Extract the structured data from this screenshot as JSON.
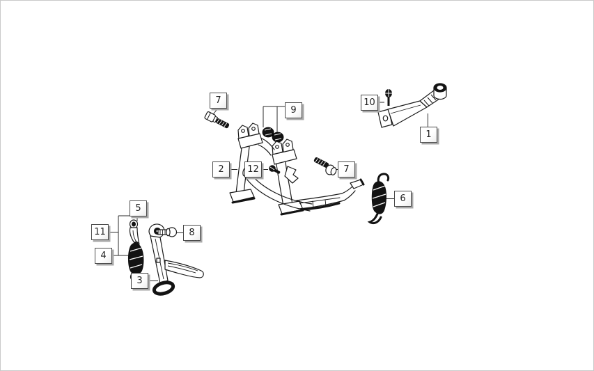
{
  "diagram": {
    "description": "Exploded parts diagram - center stand and side stand assembly",
    "background_color": "#ffffff",
    "line_color": "#1a1a1a",
    "callout_style": {
      "box_background": "#ffffff",
      "box_border": "#4a4a4a",
      "box_shadow": "#a8a8a8",
      "text_color": "#222222"
    },
    "callouts": [
      {
        "label": "7",
        "part": "hex-bolt-front"
      },
      {
        "label": "9",
        "part": "hex-nuts-pair"
      },
      {
        "label": "10",
        "part": "lever-screw"
      },
      {
        "label": "1",
        "part": "stand-lever-pedal"
      },
      {
        "label": "2",
        "part": "center-stand"
      },
      {
        "label": "12",
        "part": "pivot-pin"
      },
      {
        "label": "7",
        "part": "hex-bolt-side"
      },
      {
        "label": "6",
        "part": "center-stand-spring"
      },
      {
        "label": "5",
        "part": "spring-hook-link"
      },
      {
        "label": "11",
        "part": "side-spring-kit"
      },
      {
        "label": "8",
        "part": "side-stand-bolt"
      },
      {
        "label": "4",
        "part": "side-stand-spring"
      },
      {
        "label": "3",
        "part": "side-stand"
      }
    ]
  }
}
